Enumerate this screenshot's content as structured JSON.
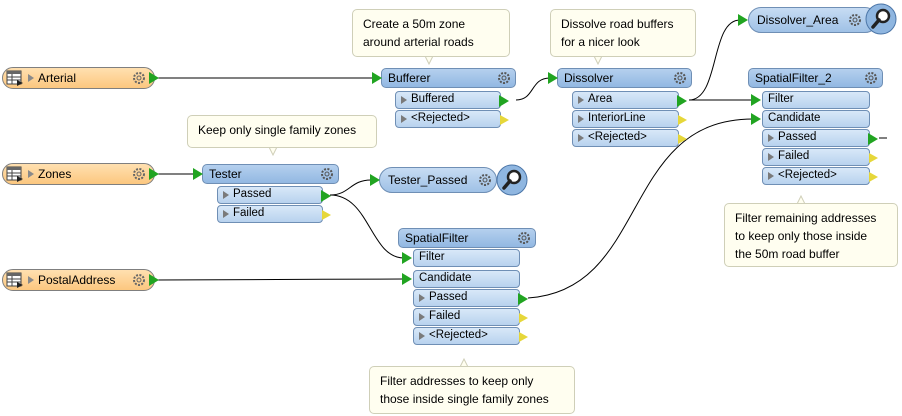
{
  "sources": {
    "arterial": "Arterial",
    "zones": "Zones",
    "postal": "PostalAddress"
  },
  "transformers": {
    "bufferer": {
      "name": "Bufferer",
      "ports": [
        "Buffered",
        "<Rejected>"
      ]
    },
    "dissolver": {
      "name": "Dissolver",
      "ports": [
        "Area",
        "InteriorLine",
        "<Rejected>"
      ]
    },
    "tester": {
      "name": "Tester",
      "ports": [
        "Passed",
        "Failed"
      ]
    },
    "spatialfilter": {
      "name": "SpatialFilter",
      "inputs": [
        "Filter",
        "Candidate"
      ],
      "ports": [
        "Passed",
        "Failed",
        "<Rejected>"
      ]
    },
    "spatialfilter2": {
      "name": "SpatialFilter_2",
      "inputs": [
        "Filter",
        "Candidate"
      ],
      "ports": [
        "Passed",
        "Failed",
        "<Rejected>"
      ]
    }
  },
  "inspectors": {
    "tester_passed": "Tester_Passed",
    "dissolver_area": "Dissolver_Area"
  },
  "notes": {
    "bufferer": [
      "Create a 50m zone",
      "around arterial roads"
    ],
    "dissolver": [
      "Dissolve road buffers",
      "for a nicer look"
    ],
    "tester": [
      "Keep only single family zones"
    ],
    "spatialfilter": [
      "Filter addresses to keep only",
      "those inside single family zones"
    ],
    "spatialfilter2": [
      "Filter remaining addresses",
      "to keep only those inside",
      "the 50m road buffer"
    ]
  },
  "colors": {
    "source": "#fcc77f",
    "transformer": "#92b8e2",
    "connected_port": "#21a421",
    "unconnected_port": "#e6d73a",
    "note": "#fffef0"
  }
}
